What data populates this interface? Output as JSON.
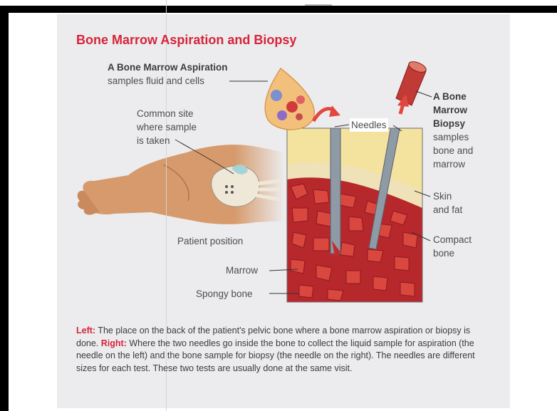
{
  "title": "Bone Marrow Aspiration and Biopsy",
  "labels": {
    "aspiration_bold": "A Bone Marrow Aspiration",
    "aspiration_rest": "samples fluid and cells",
    "site_line1": "Common site",
    "site_line2": "where sample",
    "site_line3": "is taken",
    "needles": "Needles",
    "biopsy_l1": "A Bone",
    "biopsy_l2": "Marrow",
    "biopsy_l3": "Biopsy",
    "biopsy_l4": "samples",
    "biopsy_l5": "bone and",
    "biopsy_l6": "marrow",
    "skin_l1": "Skin",
    "skin_l2": "and fat",
    "compact_l1": "Compact",
    "compact_l2": "bone",
    "patient_position": "Patient position",
    "marrow": "Marrow",
    "spongy_bone": "Spongy bone"
  },
  "caption": {
    "left_label": "Left:",
    "left_text": " The place on the back of the patient's pelvic bone where a bone marrow aspiration or biopsy is done. ",
    "right_label": "Right:",
    "right_text": " Where the two needles go inside the bone to collect the liquid sample for aspiration (the needle on the left) and the bone sample for biopsy (the needle on the right). The needles are different sizes for each test. These two tests are usually done at the same visit."
  },
  "colors": {
    "title_red": "#d6243a",
    "marrow_red": "#b7282d",
    "skin": "#d89a6a",
    "fat": "#f3dd9c",
    "panel": "#ececee"
  }
}
